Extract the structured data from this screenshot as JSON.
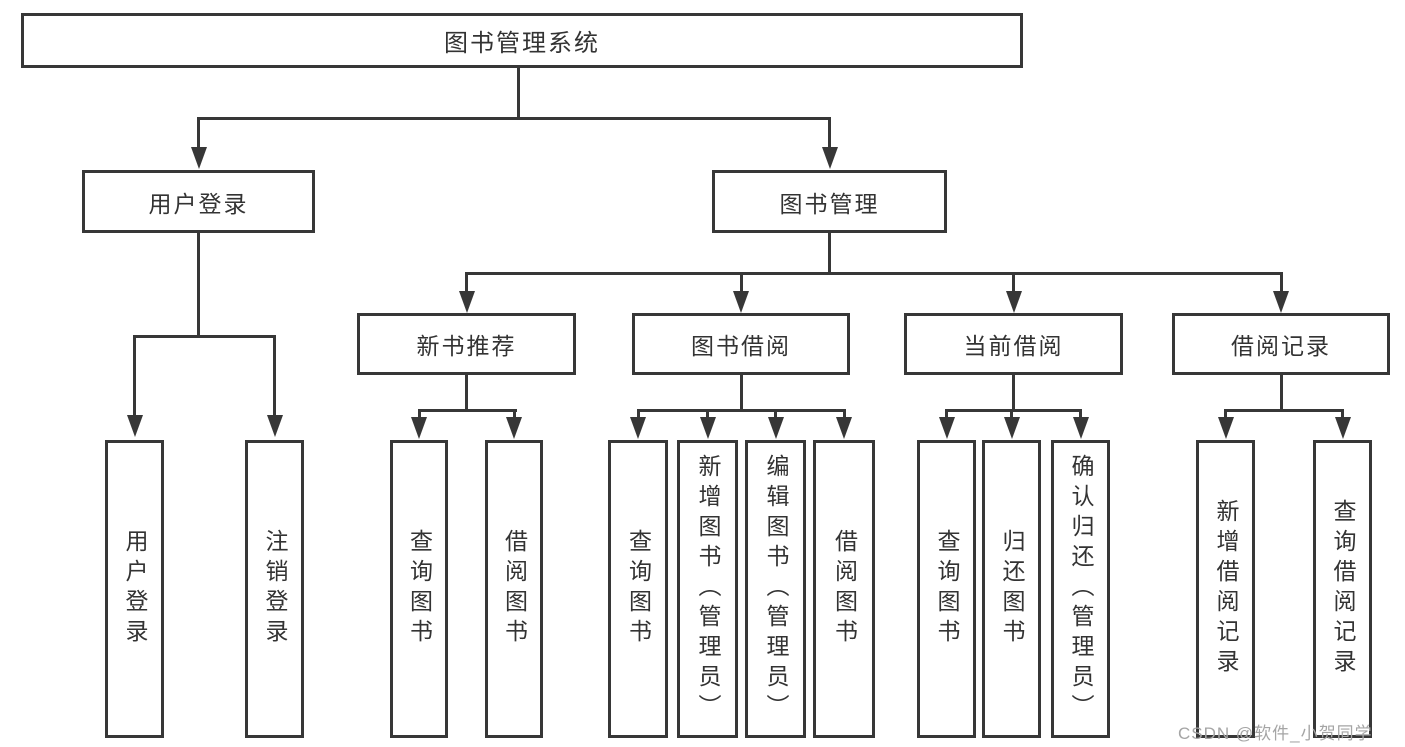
{
  "tree": {
    "root": {
      "label": "图书管理系统"
    },
    "user_login": {
      "label": "用户登录",
      "leaves": [
        "用户登录",
        "注销登录"
      ]
    },
    "book_management": {
      "label": "图书管理",
      "new_book_recommend": {
        "label": "新书推荐",
        "leaves": [
          "查询图书",
          "借阅图书"
        ]
      },
      "book_borrow": {
        "label": "图书借阅",
        "leaves": [
          "查询图书",
          "新增图书（管理员）",
          "编辑图书（管理员）",
          "借阅图书"
        ]
      },
      "current_borrow": {
        "label": "当前借阅",
        "leaves": [
          "查询图书",
          "归还图书",
          "确认归还（管理员）"
        ]
      },
      "borrow_records": {
        "label": "借阅记录",
        "leaves": [
          "新增借阅记录",
          "查询借阅记录"
        ]
      }
    }
  },
  "watermark": {
    "text": "CSDN @软件_小贺同学"
  },
  "colors": {
    "stroke": "#373737",
    "text": "#333333",
    "watermark": "#a5a5a5",
    "background": "#ffffff"
  }
}
